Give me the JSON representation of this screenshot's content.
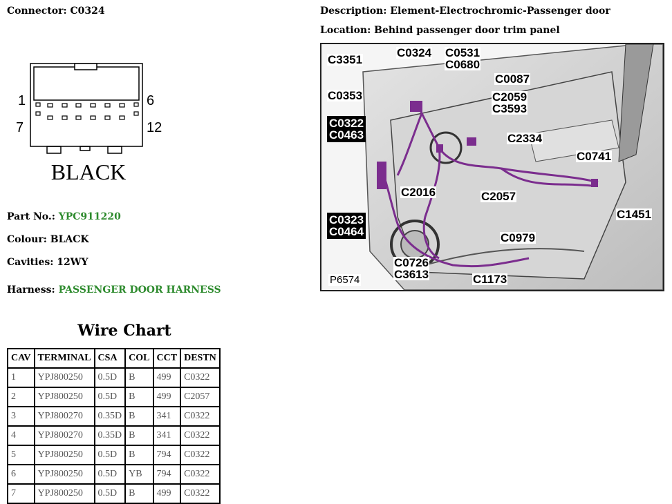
{
  "connector": {
    "label": "Connector:",
    "value": "C0324"
  },
  "description": {
    "label": "Description:",
    "value": "Element-Electrochromic-Passenger door"
  },
  "location": {
    "label": "Location:",
    "value": "Behind passenger door trim panel"
  },
  "pinout": {
    "pin_top_left": "1",
    "pin_top_right": "6",
    "pin_bottom_left": "7",
    "pin_bottom_right": "12",
    "colour_label": "BLACK"
  },
  "part_no": {
    "label": "Part No.:",
    "value": "YPC911220"
  },
  "colour": {
    "label": "Colour:",
    "value": "BLACK"
  },
  "cavities": {
    "label": "Cavities:",
    "value": "12WY"
  },
  "harness": {
    "label": "Harness:",
    "value": "PASSENGER DOOR HARNESS"
  },
  "wire_chart": {
    "title": "Wire Chart",
    "headers": [
      "CAV",
      "TERMINAL",
      "CSA",
      "COL",
      "CCT",
      "DESTN"
    ],
    "rows": [
      [
        "1",
        "YPJ800250",
        "0.5D",
        "B",
        "499",
        "C0322"
      ],
      [
        "2",
        "YPJ800250",
        "0.5D",
        "B",
        "499",
        "C2057"
      ],
      [
        "3",
        "YPJ800270",
        "0.35D",
        "B",
        "341",
        "C0322"
      ],
      [
        "4",
        "YPJ800270",
        "0.35D",
        "B",
        "341",
        "C0322"
      ],
      [
        "5",
        "YPJ800250",
        "0.5D",
        "B",
        "794",
        "C0322"
      ],
      [
        "6",
        "YPJ800250",
        "0.5D",
        "YB",
        "794",
        "C0322"
      ],
      [
        "7",
        "YPJ800250",
        "0.5D",
        "B",
        "499",
        "C0322"
      ]
    ]
  },
  "photo": {
    "id": "P6574",
    "callouts": [
      {
        "key": "c3351",
        "text": "C3351",
        "dark": false
      },
      {
        "key": "c0324",
        "text": "C0324",
        "dark": false
      },
      {
        "key": "c0531",
        "text": "C0531\nC0680",
        "dark": false
      },
      {
        "key": "c0087",
        "text": "C0087",
        "dark": false
      },
      {
        "key": "c0353",
        "text": "C0353",
        "dark": false
      },
      {
        "key": "c2059",
        "text": "C2059\nC3593",
        "dark": false
      },
      {
        "key": "c0322",
        "text": "C0322\nC0463",
        "dark": true
      },
      {
        "key": "c2334",
        "text": "C2334",
        "dark": false
      },
      {
        "key": "c0741",
        "text": "C0741",
        "dark": false
      },
      {
        "key": "c2016",
        "text": "C2016",
        "dark": false
      },
      {
        "key": "c2057",
        "text": "C2057",
        "dark": false
      },
      {
        "key": "c1451",
        "text": "C1451",
        "dark": false
      },
      {
        "key": "c0323",
        "text": "C0323\nC0464",
        "dark": true
      },
      {
        "key": "c0979",
        "text": "C0979",
        "dark": false
      },
      {
        "key": "c0726",
        "text": "C0726\nC3613",
        "dark": false
      },
      {
        "key": "c1173",
        "text": "C1173",
        "dark": false
      }
    ]
  },
  "colors": {
    "green_text": "#2e8b2e",
    "harness_wire": "#7b2d8e"
  }
}
